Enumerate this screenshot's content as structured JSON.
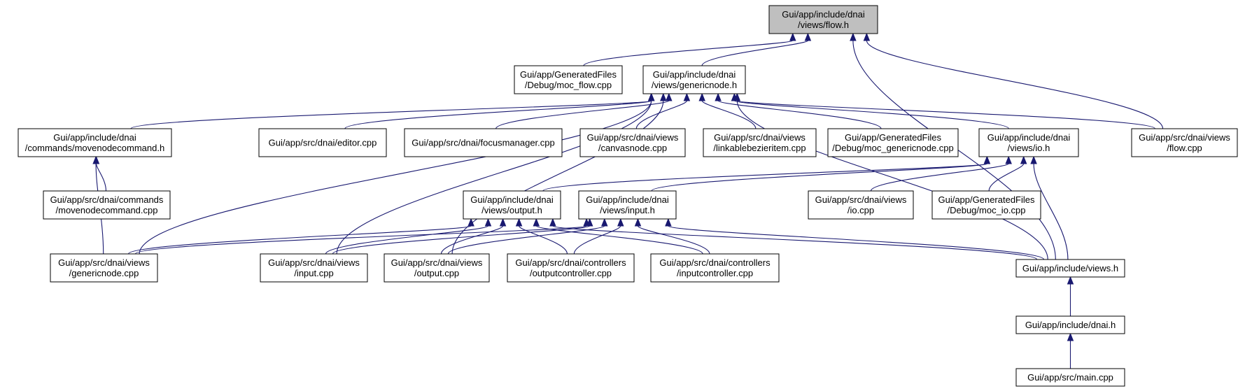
{
  "diagram": {
    "nodes": [
      {
        "id": "flow_h",
        "lines": [
          "Gui/app/include/dnai",
          "/views/flow.h"
        ],
        "current": true
      },
      {
        "id": "moc_flow",
        "lines": [
          "Gui/app/GeneratedFiles",
          "/Debug/moc_flow.cpp"
        ]
      },
      {
        "id": "genericnode_h",
        "lines": [
          "Gui/app/include/dnai",
          "/views/genericnode.h"
        ]
      },
      {
        "id": "movenodecommand_h",
        "lines": [
          "Gui/app/include/dnai",
          "/commands/movenodecommand.h"
        ]
      },
      {
        "id": "editor_cpp",
        "lines": [
          "Gui/app/src/dnai/editor.cpp"
        ]
      },
      {
        "id": "focusmanager_cpp",
        "lines": [
          "Gui/app/src/dnai/focusmanager.cpp"
        ]
      },
      {
        "id": "canvasnode_cpp",
        "lines": [
          "Gui/app/src/dnai/views",
          "/canvasnode.cpp"
        ]
      },
      {
        "id": "linkablebezieritem_cpp",
        "lines": [
          "Gui/app/src/dnai/views",
          "/linkablebezieritem.cpp"
        ]
      },
      {
        "id": "moc_genericnode",
        "lines": [
          "Gui/app/GeneratedFiles",
          "/Debug/moc_genericnode.cpp"
        ]
      },
      {
        "id": "io_h",
        "lines": [
          "Gui/app/include/dnai",
          "/views/io.h"
        ]
      },
      {
        "id": "flow_cpp",
        "lines": [
          "Gui/app/src/dnai/views",
          "/flow.cpp"
        ]
      },
      {
        "id": "movenodecommand_cpp",
        "lines": [
          "Gui/app/src/dnai/commands",
          "/movenodecommand.cpp"
        ]
      },
      {
        "id": "output_h",
        "lines": [
          "Gui/app/include/dnai",
          "/views/output.h"
        ]
      },
      {
        "id": "input_h",
        "lines": [
          "Gui/app/include/dnai",
          "/views/input.h"
        ]
      },
      {
        "id": "io_cpp",
        "lines": [
          "Gui/app/src/dnai/views",
          "/io.cpp"
        ]
      },
      {
        "id": "moc_io",
        "lines": [
          "Gui/app/GeneratedFiles",
          "/Debug/moc_io.cpp"
        ]
      },
      {
        "id": "genericnode_cpp",
        "lines": [
          "Gui/app/src/dnai/views",
          "/genericnode.cpp"
        ]
      },
      {
        "id": "input_cpp",
        "lines": [
          "Gui/app/src/dnai/views",
          "/input.cpp"
        ]
      },
      {
        "id": "output_cpp",
        "lines": [
          "Gui/app/src/dnai/views",
          "/output.cpp"
        ]
      },
      {
        "id": "outputcontroller_cpp",
        "lines": [
          "Gui/app/src/dnai/controllers",
          "/outputcontroller.cpp"
        ]
      },
      {
        "id": "inputcontroller_cpp",
        "lines": [
          "Gui/app/src/dnai/controllers",
          "/inputcontroller.cpp"
        ]
      },
      {
        "id": "views_h",
        "lines": [
          "Gui/app/include/views.h"
        ]
      },
      {
        "id": "dnai_h",
        "lines": [
          "Gui/app/include/dnai.h"
        ]
      },
      {
        "id": "main_cpp",
        "lines": [
          "Gui/app/src/main.cpp"
        ]
      }
    ],
    "edges": [
      [
        "moc_flow",
        "flow_h"
      ],
      [
        "genericnode_h",
        "flow_h"
      ],
      [
        "flow_cpp",
        "flow_h"
      ],
      [
        "views_h",
        "flow_h"
      ],
      [
        "movenodecommand_h",
        "genericnode_h"
      ],
      [
        "editor_cpp",
        "genericnode_h"
      ],
      [
        "focusmanager_cpp",
        "genericnode_h"
      ],
      [
        "canvasnode_cpp",
        "genericnode_h"
      ],
      [
        "linkablebezieritem_cpp",
        "genericnode_h"
      ],
      [
        "moc_genericnode",
        "genericnode_h"
      ],
      [
        "io_h",
        "genericnode_h"
      ],
      [
        "flow_cpp",
        "genericnode_h"
      ],
      [
        "genericnode_cpp",
        "genericnode_h"
      ],
      [
        "input_cpp",
        "genericnode_h"
      ],
      [
        "output_cpp",
        "genericnode_h"
      ],
      [
        "views_h",
        "genericnode_h"
      ],
      [
        "movenodecommand_cpp",
        "movenodecommand_h"
      ],
      [
        "genericnode_cpp",
        "movenodecommand_h"
      ],
      [
        "output_h",
        "io_h"
      ],
      [
        "input_h",
        "io_h"
      ],
      [
        "io_cpp",
        "io_h"
      ],
      [
        "moc_io",
        "io_h"
      ],
      [
        "views_h",
        "io_h"
      ],
      [
        "genericnode_cpp",
        "output_h"
      ],
      [
        "input_cpp",
        "output_h"
      ],
      [
        "output_cpp",
        "output_h"
      ],
      [
        "outputcontroller_cpp",
        "output_h"
      ],
      [
        "genericnode_cpp",
        "input_h"
      ],
      [
        "input_cpp",
        "input_h"
      ],
      [
        "output_cpp",
        "input_h"
      ],
      [
        "outputcontroller_cpp",
        "input_h"
      ],
      [
        "inputcontroller_cpp",
        "input_h"
      ],
      [
        "views_h",
        "input_h"
      ],
      [
        "inputcontroller_cpp",
        "output_h"
      ],
      [
        "views_h",
        "output_h"
      ],
      [
        "dnai_h",
        "views_h"
      ],
      [
        "main_cpp",
        "dnai_h"
      ]
    ]
  }
}
